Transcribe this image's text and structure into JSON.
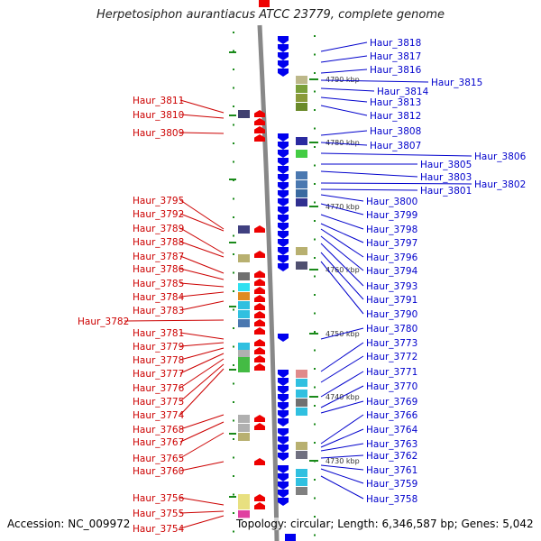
{
  "title": "Herpetosiphon aurantiacus ATCC 23779, complete genome",
  "accession": "Accession: NC_009972",
  "topology": "Topology: circular; Length: 6,346,587 bp; Genes: 5,042",
  "colors": {
    "left_label": "#cc0000",
    "right_label": "#0000cc",
    "backbone": "#888888",
    "tick": "#1a8a1a",
    "forward_gene": "#ee0000",
    "reverse_gene": "#0000ee"
  },
  "kbp_labels": [
    "4790 kbp",
    "4780 kbp",
    "4770 kbp",
    "4760 kbp",
    "4750 kbp",
    "4740 kbp",
    "4730 kbp"
  ],
  "left_genes": [
    "Haur_3811",
    "Haur_3810",
    "Haur_3809",
    "Haur_3795",
    "Haur_3792",
    "Haur_3789",
    "Haur_3788",
    "Haur_3787",
    "Haur_3786",
    "Haur_3785",
    "Haur_3784",
    "Haur_3783",
    "Haur_3782",
    "Haur_3781",
    "Haur_3779",
    "Haur_3778",
    "Haur_3777",
    "Haur_3776",
    "Haur_3775",
    "Haur_3774",
    "Haur_3768",
    "Haur_3767",
    "Haur_3765",
    "Haur_3760",
    "Haur_3756",
    "Haur_3755",
    "Haur_3754"
  ],
  "right_genes": [
    "Haur_3818",
    "Haur_3817",
    "Haur_3816",
    "Haur_3815",
    "Haur_3814",
    "Haur_3813",
    "Haur_3812",
    "Haur_3808",
    "Haur_3807",
    "Haur_3806",
    "Haur_3805",
    "Haur_3803",
    "Haur_3802",
    "Haur_3801",
    "Haur_3800",
    "Haur_3799",
    "Haur_3798",
    "Haur_3797",
    "Haur_3796",
    "Haur_3794",
    "Haur_3793",
    "Haur_3791",
    "Haur_3790",
    "Haur_3780",
    "Haur_3773",
    "Haur_3772",
    "Haur_3771",
    "Haur_3770",
    "Haur_3769",
    "Haur_3766",
    "Haur_3764",
    "Haur_3763",
    "Haur_3762",
    "Haur_3761",
    "Haur_3759",
    "Haur_3758"
  ]
}
